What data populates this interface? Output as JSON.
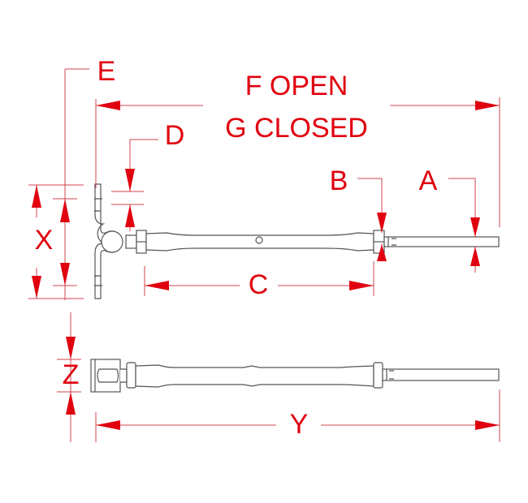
{
  "labels": {
    "e": "E",
    "f": "F OPEN",
    "g": "G CLOSED",
    "d": "D",
    "b": "B",
    "a": "A",
    "x": "X",
    "c": "C",
    "z": "Z",
    "y": "Y"
  },
  "colors": {
    "dimension": "#e0000f",
    "part": "#555555"
  }
}
